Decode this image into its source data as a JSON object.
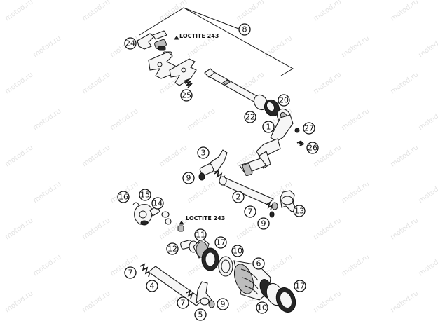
{
  "watermark": "motod.ru",
  "labels": {
    "loctite_upper": "LOCTITE 243",
    "loctite_lower": "LOCTITE 243"
  },
  "callouts": [
    {
      "id": "c8",
      "text": "8"
    },
    {
      "id": "c24",
      "text": "24"
    },
    {
      "id": "c25",
      "text": "25"
    },
    {
      "id": "c22",
      "text": "22"
    },
    {
      "id": "c20",
      "text": "20"
    },
    {
      "id": "c1",
      "text": "1"
    },
    {
      "id": "c27",
      "text": "27"
    },
    {
      "id": "c26",
      "text": "26"
    },
    {
      "id": "c3",
      "text": "3"
    },
    {
      "id": "c9a",
      "text": "9"
    },
    {
      "id": "c2",
      "text": "2"
    },
    {
      "id": "c16",
      "text": "16"
    },
    {
      "id": "c15",
      "text": "15"
    },
    {
      "id": "c14",
      "text": "14"
    },
    {
      "id": "c7a",
      "text": "7"
    },
    {
      "id": "c9b",
      "text": "9"
    },
    {
      "id": "c13",
      "text": "13"
    },
    {
      "id": "c11",
      "text": "11"
    },
    {
      "id": "c12",
      "text": "12"
    },
    {
      "id": "c17a",
      "text": "17"
    },
    {
      "id": "c10a",
      "text": "10"
    },
    {
      "id": "c6",
      "text": "6"
    },
    {
      "id": "c7b",
      "text": "7"
    },
    {
      "id": "c4",
      "text": "4"
    },
    {
      "id": "c7c",
      "text": "7"
    },
    {
      "id": "c5",
      "text": "5"
    },
    {
      "id": "c9c",
      "text": "9"
    },
    {
      "id": "c17b",
      "text": "17"
    },
    {
      "id": "c10b",
      "text": "10"
    }
  ]
}
